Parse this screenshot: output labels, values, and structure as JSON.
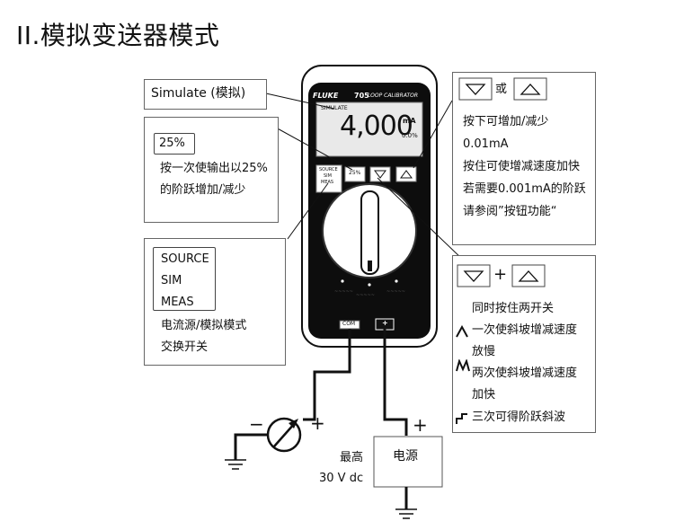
{
  "title": "II.模拟变送器模式",
  "meter": {
    "brand": "FLUKE",
    "model": "705",
    "model_sub": "LOOP CALIBRATOR",
    "display_mode": "SIMULATE",
    "display_value": "4,000",
    "display_unit": "mA",
    "display_percent": "0.0%",
    "key_source": "SOURCE",
    "key_sim": "SIM",
    "key_meas": "MEAS",
    "key_25": "25%",
    "terminal_com": "COM",
    "terminal_plus": "+"
  },
  "callouts": {
    "simulate": "Simulate (模拟)",
    "percent_key": "25%",
    "percent_desc1": "按一次使输出以25%",
    "percent_desc2": "的阶跃增加/减少",
    "mode_key1": "SOURCE",
    "mode_key2": "SIM",
    "mode_key3": "MEAS",
    "mode_desc1": "电流源/模拟模式",
    "mode_desc2": "交换开关",
    "arrow_or": "或",
    "arrow_desc1": "按下可增加/减少",
    "arrow_desc2": "0.01mA",
    "arrow_desc3": "按住可使增减速度加快",
    "arrow_desc4": "若需要0.001mA的阶跃",
    "arrow_desc5": "请参阅”按钮功能“",
    "combo_plus": "+",
    "combo_desc1": "同时按住两开关",
    "combo_desc2": "一次使斜坡增减速度",
    "combo_desc3": "放慢",
    "combo_desc4": "两次使斜坡增减速度",
    "combo_desc5": "加快",
    "combo_desc6": "三次可得阶跃斜波"
  },
  "circuit": {
    "meter_minus": "−",
    "meter_plus": "+",
    "supply_plus": "+",
    "supply_label": "电源",
    "max_label": "最高",
    "voltage_label": "30 V dc"
  }
}
